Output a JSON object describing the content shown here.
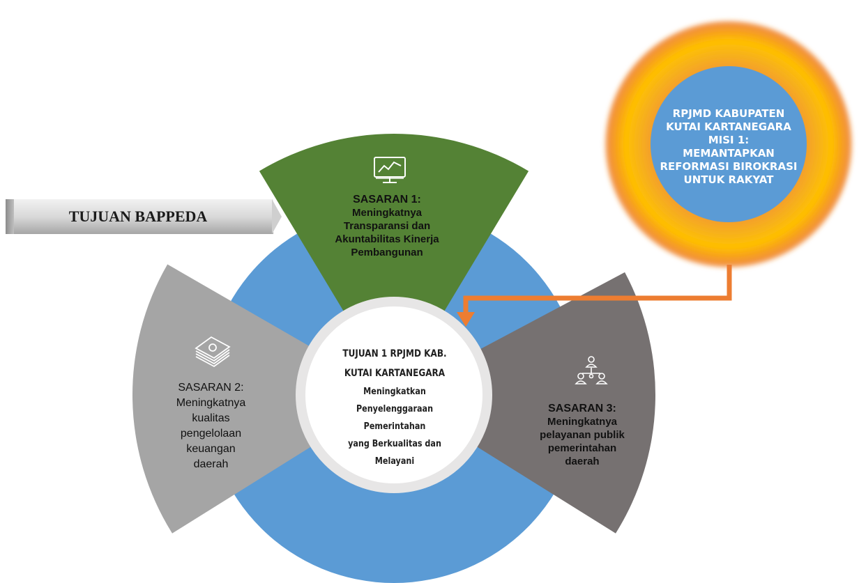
{
  "colors": {
    "wheel_blue": "#5b9bd5",
    "green": "#548235",
    "light_gray": "#a5a5a5",
    "dark_gray": "#767171",
    "orange_connector": "#ed7d31",
    "sun_core": "#5b9bd5",
    "sun_ring": "#f8b819"
  },
  "header_arrow": {
    "label": "TUJUAN BAPPEDA"
  },
  "mission": {
    "lines": [
      "RPJMD KABUPATEN",
      "KUTAI KARTANEGARA",
      "MISI 1:",
      "MEMANTAPKAN",
      "REFORMASI BIROKRASI",
      "UNTUK RAKYAT"
    ]
  },
  "center": {
    "title_lines": [
      "TUJUAN 1 RPJMD KAB.",
      "KUTAI KARTANEGARA"
    ],
    "body_lines": [
      "Meningkatkan",
      "Penyelenggaraan",
      "Pemerintahan",
      "yang Berkualitas dan",
      "Melayani"
    ]
  },
  "sasaran_1": {
    "icon": "chart-monitor-icon",
    "title": "SASARAN 1:",
    "lines": [
      "Meningkatnya",
      "Transparansi dan",
      "Akuntabilitas Kinerja",
      "Pembangunan"
    ]
  },
  "sasaran_2": {
    "icon": "money-stack-icon",
    "title": "SASARAN 2:",
    "lines": [
      "Meningkatnya",
      "kualitas",
      "pengelolaan",
      "keuangan",
      "daerah"
    ]
  },
  "sasaran_3": {
    "icon": "people-hierarchy-icon",
    "title": "SASARAN 3:",
    "lines": [
      "Meningkatnya",
      "pelayanan publik",
      "pemerintahan",
      "daerah"
    ]
  }
}
